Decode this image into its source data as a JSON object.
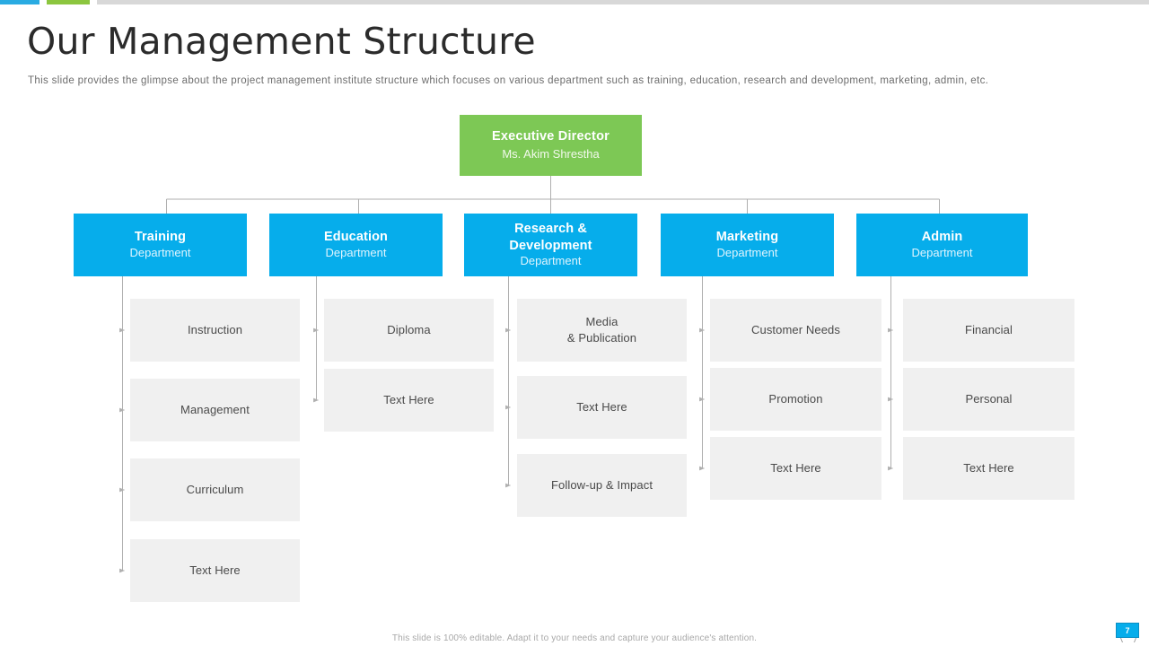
{
  "slide": {
    "title": "Our Management Structure",
    "subtitle": "This slide provides  the glimpse about the project management  institute structure which focuses on various  department such as training, education, research  and development,   marketing, admin, etc.",
    "footer_note": "This slide is 100% editable. Adapt it to your needs and capture your audience's attention.",
    "page_number": "7"
  },
  "colors": {
    "accent_blue": "#06ADEB",
    "accent_green": "#7DC855",
    "leaf_gray": "#F0F0F0",
    "topbar_blue": "#29ABE2",
    "topbar_green": "#8CC63F",
    "topbar_gray": "#D8D8D8",
    "connector": "#AFAFAF"
  },
  "chart_data": {
    "type": "org-chart",
    "root": {
      "title": "Executive Director",
      "subtitle": "Ms. Akim Shrestha"
    },
    "departments": [
      {
        "name": "Training",
        "subtitle": "Department",
        "children": [
          "Instruction",
          "Management",
          "Curriculum",
          "Text Here"
        ]
      },
      {
        "name": "Education",
        "subtitle": "Department",
        "children": [
          "Diploma",
          "Text Here"
        ]
      },
      {
        "name": "Research &\nDevelopment",
        "name_line1": "Research &",
        "name_line2": "Development",
        "subtitle": "Department",
        "children": [
          "Media\n& Publication",
          "Text Here",
          "Follow-up & Impact"
        ]
      },
      {
        "name": "Marketing",
        "subtitle": "Department",
        "children": [
          "Customer Needs",
          "Promotion",
          "Text Here"
        ]
      },
      {
        "name": "Admin",
        "subtitle": "Department",
        "children": [
          "Financial",
          "Personal",
          "Text Here"
        ]
      }
    ]
  },
  "leaves": {
    "training": {
      "i0": "Instruction",
      "i1": "Management",
      "i2": "Curriculum",
      "i3": "Text Here"
    },
    "education": {
      "i0": "Diploma",
      "i1": "Text Here"
    },
    "rnd": {
      "i0_line1": "Media",
      "i0_line2": "& Publication",
      "i1": "Text Here",
      "i2": "Follow-up & Impact"
    },
    "marketing": {
      "i0": "Customer Needs",
      "i1": "Promotion",
      "i2": "Text Here"
    },
    "admin": {
      "i0": "Financial",
      "i1": "Personal",
      "i2": "Text Here"
    }
  },
  "departments": {
    "training": {
      "name": "Training",
      "sub": "Department"
    },
    "education": {
      "name": "Education",
      "sub": "Department"
    },
    "rnd": {
      "name_line1": "Research &",
      "name_line2": "Development",
      "sub": "Department"
    },
    "marketing": {
      "name": "Marketing",
      "sub": "Department"
    },
    "admin": {
      "name": "Admin",
      "sub": "Department"
    }
  },
  "root": {
    "title": "Executive Director",
    "subtitle": "Ms. Akim Shrestha"
  }
}
